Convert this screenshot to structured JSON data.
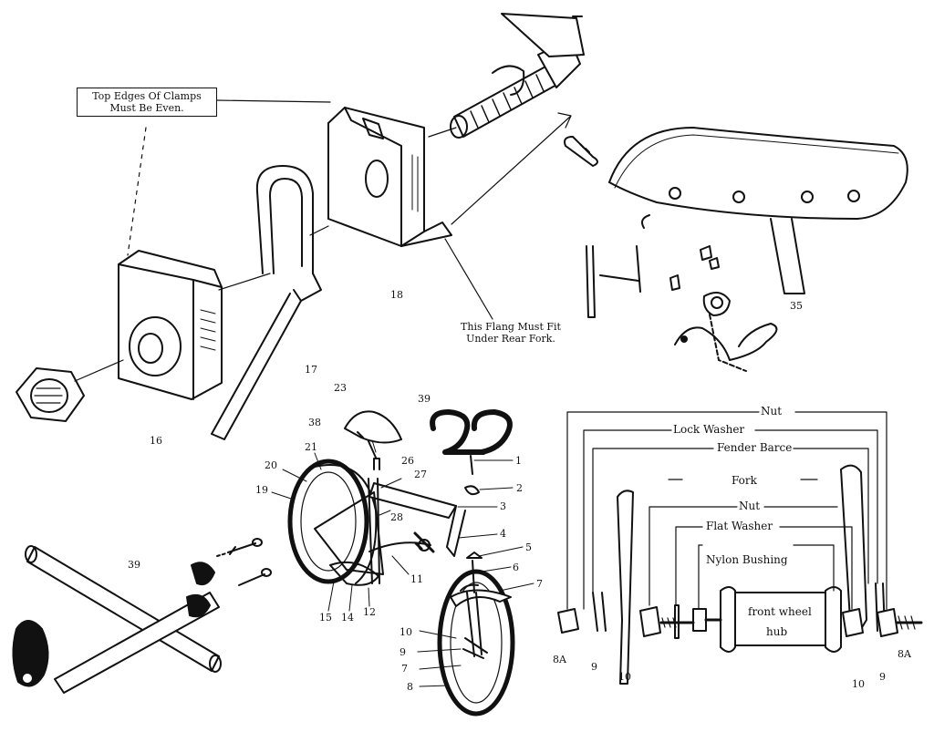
{
  "notes": {
    "clamps": [
      "Top Edges Of Clamps",
      "Must Be Even."
    ],
    "flange": [
      "This Flang Must Fit",
      "Under Rear Fork."
    ]
  },
  "callouts": {
    "p1": "1",
    "p2": "2",
    "p3": "3",
    "p4": "4",
    "p5": "5",
    "p6": "6",
    "p7": "7",
    "p8": "8",
    "p9a": "9",
    "p10a": "10",
    "p11": "11",
    "p12": "12",
    "p14": "14",
    "p15": "15",
    "p16": "16",
    "p17": "17",
    "p18": "18",
    "p19": "19",
    "p20": "20",
    "p21": "21",
    "p23": "23",
    "p26": "26",
    "p27": "27",
    "p28": "28",
    "p35": "35",
    "p38": "38",
    "p39a": "39",
    "p39b": "39",
    "p8a_left": "8A",
    "p9_left": "9",
    "p10_left": "10",
    "p10_right": "10",
    "p9_right": "9",
    "p8a_right": "8A"
  },
  "hub_labels": {
    "nut_top": "Nut",
    "lock_washer": "Lock Washer",
    "fender_brace": "Fender Barce",
    "fork": "Fork",
    "nut_inner": "Nut",
    "flat_washer": "Flat Washer",
    "nylon_bushing": "Nylon Bushing",
    "hub_line1": "front wheel",
    "hub_line2": "hub"
  }
}
